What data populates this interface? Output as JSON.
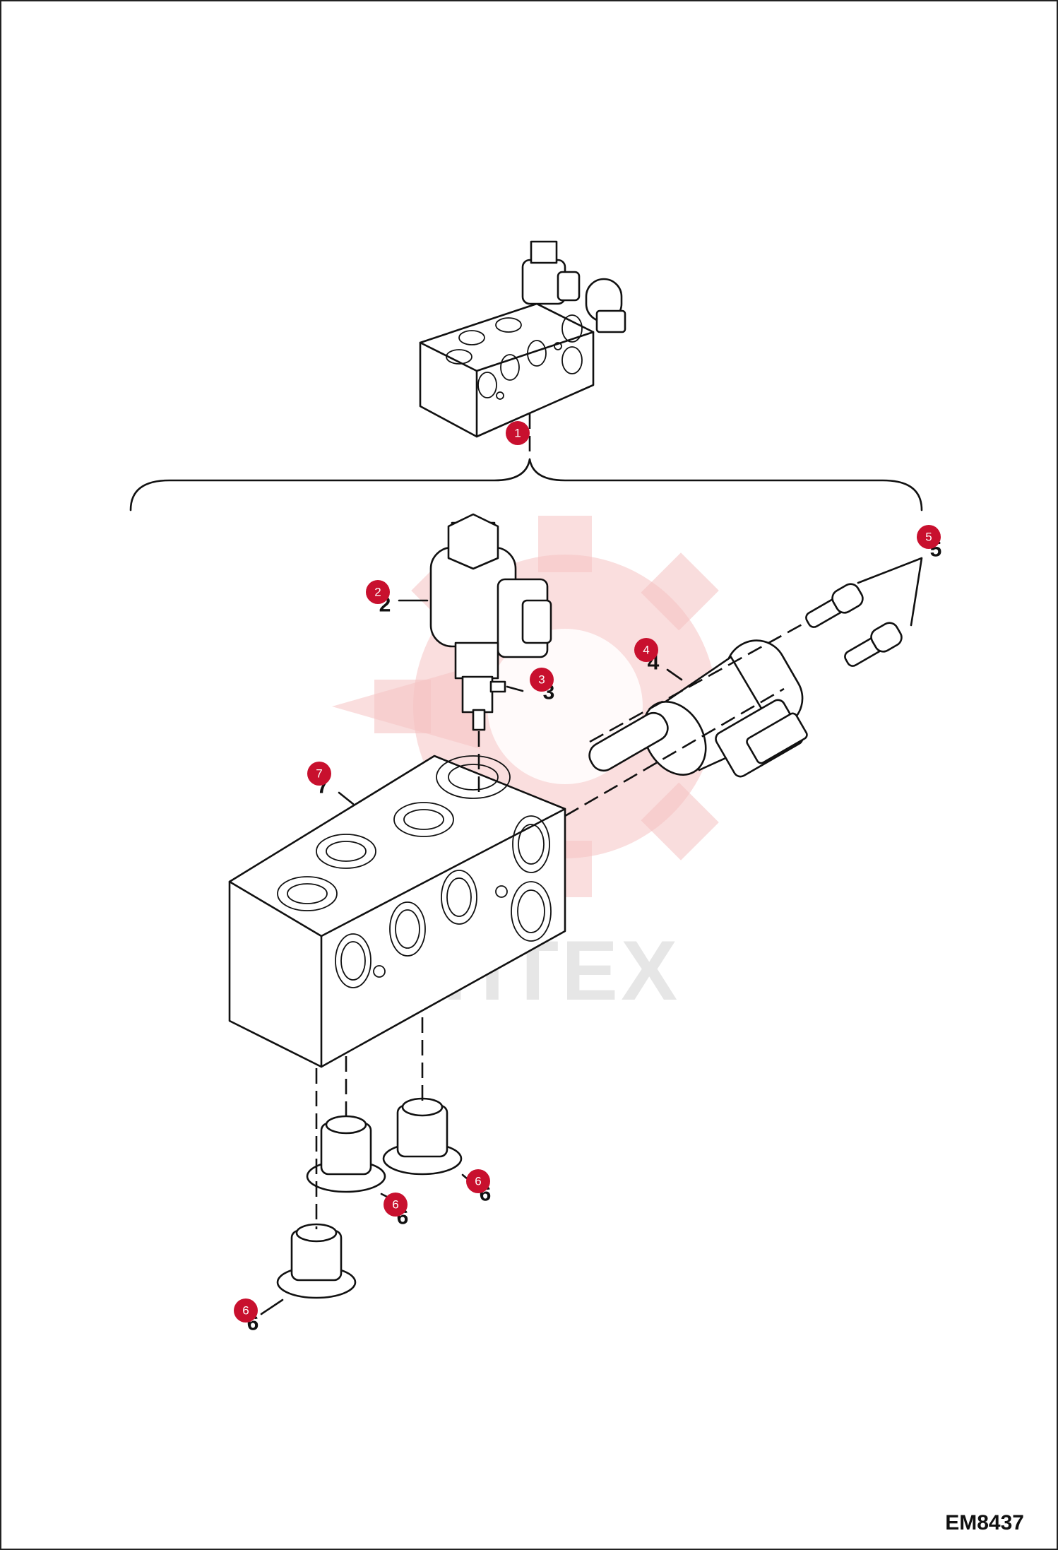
{
  "drawing": {
    "code": "EM8437",
    "watermark": "ИНТЕХ"
  },
  "callouts": [
    {
      "id": "c1",
      "label": "1",
      "digit": ""
    },
    {
      "id": "c2",
      "label": "2",
      "digit": "2"
    },
    {
      "id": "c3",
      "label": "3",
      "digit": "3"
    },
    {
      "id": "c4",
      "label": "4",
      "digit": "4"
    },
    {
      "id": "c5",
      "label": "5",
      "digit": "5"
    },
    {
      "id": "c6a",
      "label": "6",
      "digit": "6"
    },
    {
      "id": "c6b",
      "label": "6",
      "digit": "6"
    },
    {
      "id": "c6c",
      "label": "6",
      "digit": "6"
    },
    {
      "id": "c7",
      "label": "7",
      "digit": "7"
    }
  ],
  "colors": {
    "callout": "#c8102e",
    "watermark_gear": "#f5c2c2",
    "watermark_text": "#e6e6e6",
    "line": "#111111"
  }
}
